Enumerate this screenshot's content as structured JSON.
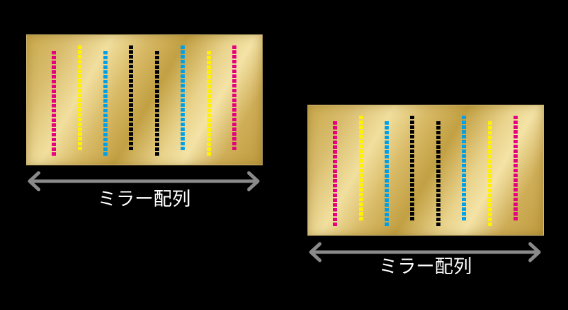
{
  "colors": {
    "magenta": "#e4007f",
    "yellow": "#fff100",
    "cyan": "#00a0e9",
    "black": "#000000",
    "arrow": "#8a8a8a",
    "label": "#ffffff"
  },
  "heads": [
    {
      "label": "ミラー配列",
      "columns": [
        "magenta",
        "yellow",
        "cyan",
        "black",
        "black",
        "cyan",
        "yellow",
        "magenta"
      ]
    },
    {
      "label": "ミラー配列",
      "columns": [
        "magenta",
        "yellow",
        "cyan",
        "black",
        "black",
        "cyan",
        "yellow",
        "magenta"
      ]
    }
  ]
}
